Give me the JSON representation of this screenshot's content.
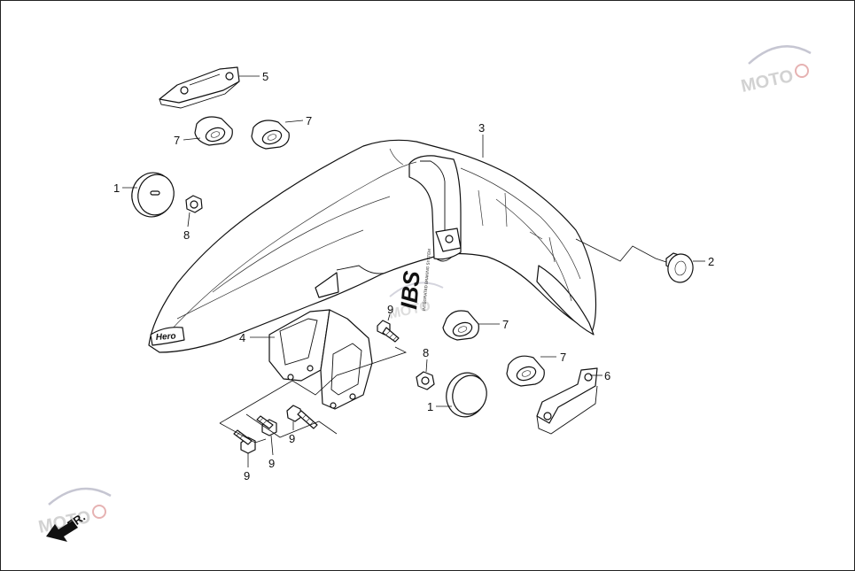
{
  "callouts": {
    "c1a": "1",
    "c1b": "1",
    "c2": "2",
    "c3": "3",
    "c4": "4",
    "c5": "5",
    "c6": "6",
    "c7a": "7",
    "c7b": "7",
    "c7c": "7",
    "c7d": "7",
    "c8a": "8",
    "c8b": "8",
    "c9a": "9",
    "c9b": "9",
    "c9c": "9",
    "c9d": "9"
  },
  "fender_texts": {
    "brand": "Hero",
    "ibs": "IBS",
    "ibs_sub1": "INTEGRATED BRAKING SYSTEM"
  },
  "direction": {
    "label": "FR."
  },
  "watermark": {
    "text": "MOTO"
  }
}
